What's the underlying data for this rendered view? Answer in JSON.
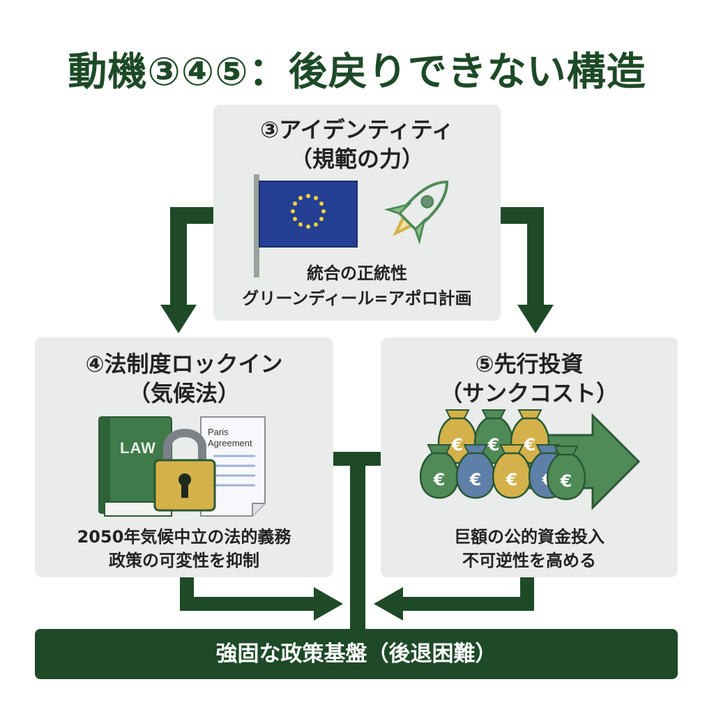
{
  "title": "動機③④⑤：後戻りできない構造",
  "identity": {
    "heading1": "③アイデンティティ",
    "heading2": "（規範の力）",
    "line1": "統合の正統性",
    "line2": "グリーンディール=アポロ計画",
    "icons": [
      "eu-flag-icon",
      "rocket-icon"
    ]
  },
  "legal_lockin": {
    "heading1": "④法制度ロックイン",
    "heading2": "（気候法）",
    "book_label": "LAW",
    "paper_label": "Paris Agreement",
    "line1": "2050年気候中立の法的義務",
    "line2": "政策の可変性を抑制",
    "icons": [
      "law-book-icon",
      "padlock-icon",
      "document-icon"
    ]
  },
  "investment": {
    "heading1": "⑤先行投資",
    "heading2": "（サンクコスト）",
    "coin_symbol": "€",
    "line1": "巨額の公的資金投入",
    "line2": "不可逆性を高める",
    "icons": [
      "money-bag-icon",
      "arrow-right-icon"
    ]
  },
  "foundation": {
    "label": "強固な政策基盤（後退困難）"
  },
  "colors": {
    "dark_green": "#1e4a27",
    "panel": "#e9ecea",
    "eu_blue": "#243f94",
    "gold": "#d4b14a",
    "mid_green": "#4f8a57",
    "light_green": "#8fbf88"
  }
}
